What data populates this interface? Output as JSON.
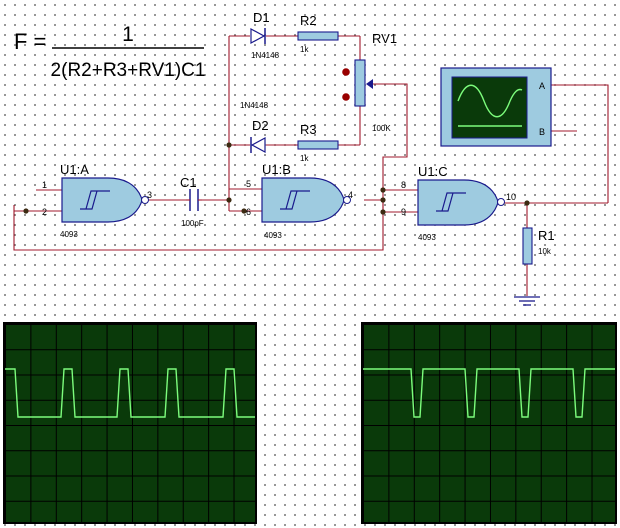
{
  "formula": {
    "lhs": "F =",
    "numerator": "1",
    "denominator": "2(R2+R3+RV1)C1"
  },
  "gates": {
    "u1a": {
      "ref": "U1:A",
      "part": "4093",
      "pins": [
        "1",
        "2",
        "3"
      ]
    },
    "u1b": {
      "ref": "U1:B",
      "part": "4093",
      "pins": [
        "5",
        "6",
        "4"
      ]
    },
    "u1c": {
      "ref": "U1:C",
      "part": "4093",
      "pins": [
        "8",
        "9",
        "10"
      ]
    }
  },
  "components": {
    "d1": {
      "ref": "D1",
      "value": "1N4148"
    },
    "d2": {
      "ref": "D2",
      "value": "1N4148"
    },
    "r2": {
      "ref": "R2",
      "value": "1k"
    },
    "r3": {
      "ref": "R3",
      "value": "1k"
    },
    "rv1": {
      "ref": "RV1",
      "value": "100K"
    },
    "c1": {
      "ref": "C1",
      "value": "100pF"
    },
    "r1": {
      "ref": "R1",
      "value": "10k"
    }
  },
  "oscilloscope": {
    "channel_a": "A",
    "channel_b": "B"
  },
  "scope_traces": {
    "left": {
      "shape": "pulse-high",
      "trace_color": "#7cfc7c"
    },
    "right": {
      "shape": "pulse-low",
      "trace_color": "#7cfc7c"
    }
  },
  "colors": {
    "wire": "#a0182c",
    "component": "#1a1a8c",
    "gate_fill": "#9ecbe0",
    "pin_dot": "#990000"
  }
}
